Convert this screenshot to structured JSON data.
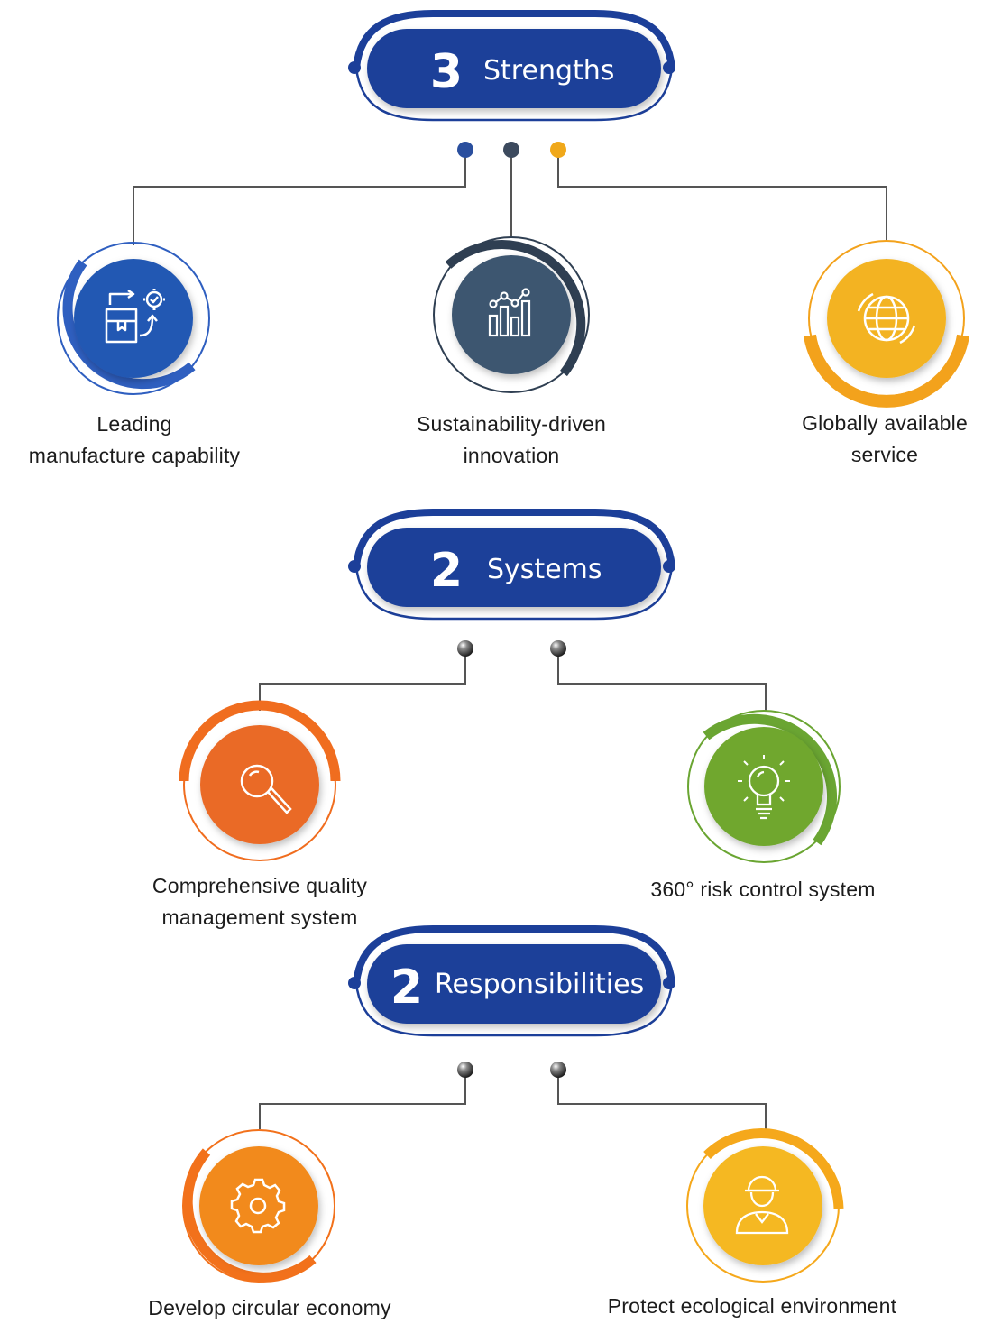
{
  "sections": [
    {
      "number": "3",
      "label": "Strengths",
      "dot_colors": [
        "#2a4f9e",
        "#3c4a5e",
        "#f0a81a"
      ],
      "items": [
        {
          "lines": [
            "Leading",
            "manufacture capability"
          ],
          "icon": "box-gear-icon",
          "color": "#2458b3",
          "ring": "#2f5fc0"
        },
        {
          "lines": [
            "Sustainability-driven",
            "innovation"
          ],
          "icon": "bar-chart-icon",
          "color": "#3e5670",
          "ring": "#2f3f52"
        },
        {
          "lines": [
            "Globally available",
            "service"
          ],
          "icon": "globe-icon",
          "color": "#f3b321",
          "ring": "#f3a21c"
        }
      ]
    },
    {
      "number": "2",
      "label": "Systems",
      "items": [
        {
          "lines": [
            "Comprehensive quality",
            "management system"
          ],
          "icon": "magnifier-icon",
          "color": "#ea6a26",
          "ring": "#f06d1f"
        },
        {
          "lines": [
            "360° risk control system"
          ],
          "icon": "lightbulb-icon",
          "color": "#6fa72f",
          "ring": "#6aa532"
        }
      ]
    },
    {
      "number": "2",
      "label": "Responsibilities",
      "items": [
        {
          "lines": [
            "Develop circular economy"
          ],
          "icon": "gear-icon",
          "color": "#f28a1e",
          "ring": "#f2711b"
        },
        {
          "lines": [
            "Protect ecological environment"
          ],
          "icon": "worker-icon",
          "color": "#f5b824",
          "ring": "#f5a81b"
        }
      ]
    }
  ]
}
